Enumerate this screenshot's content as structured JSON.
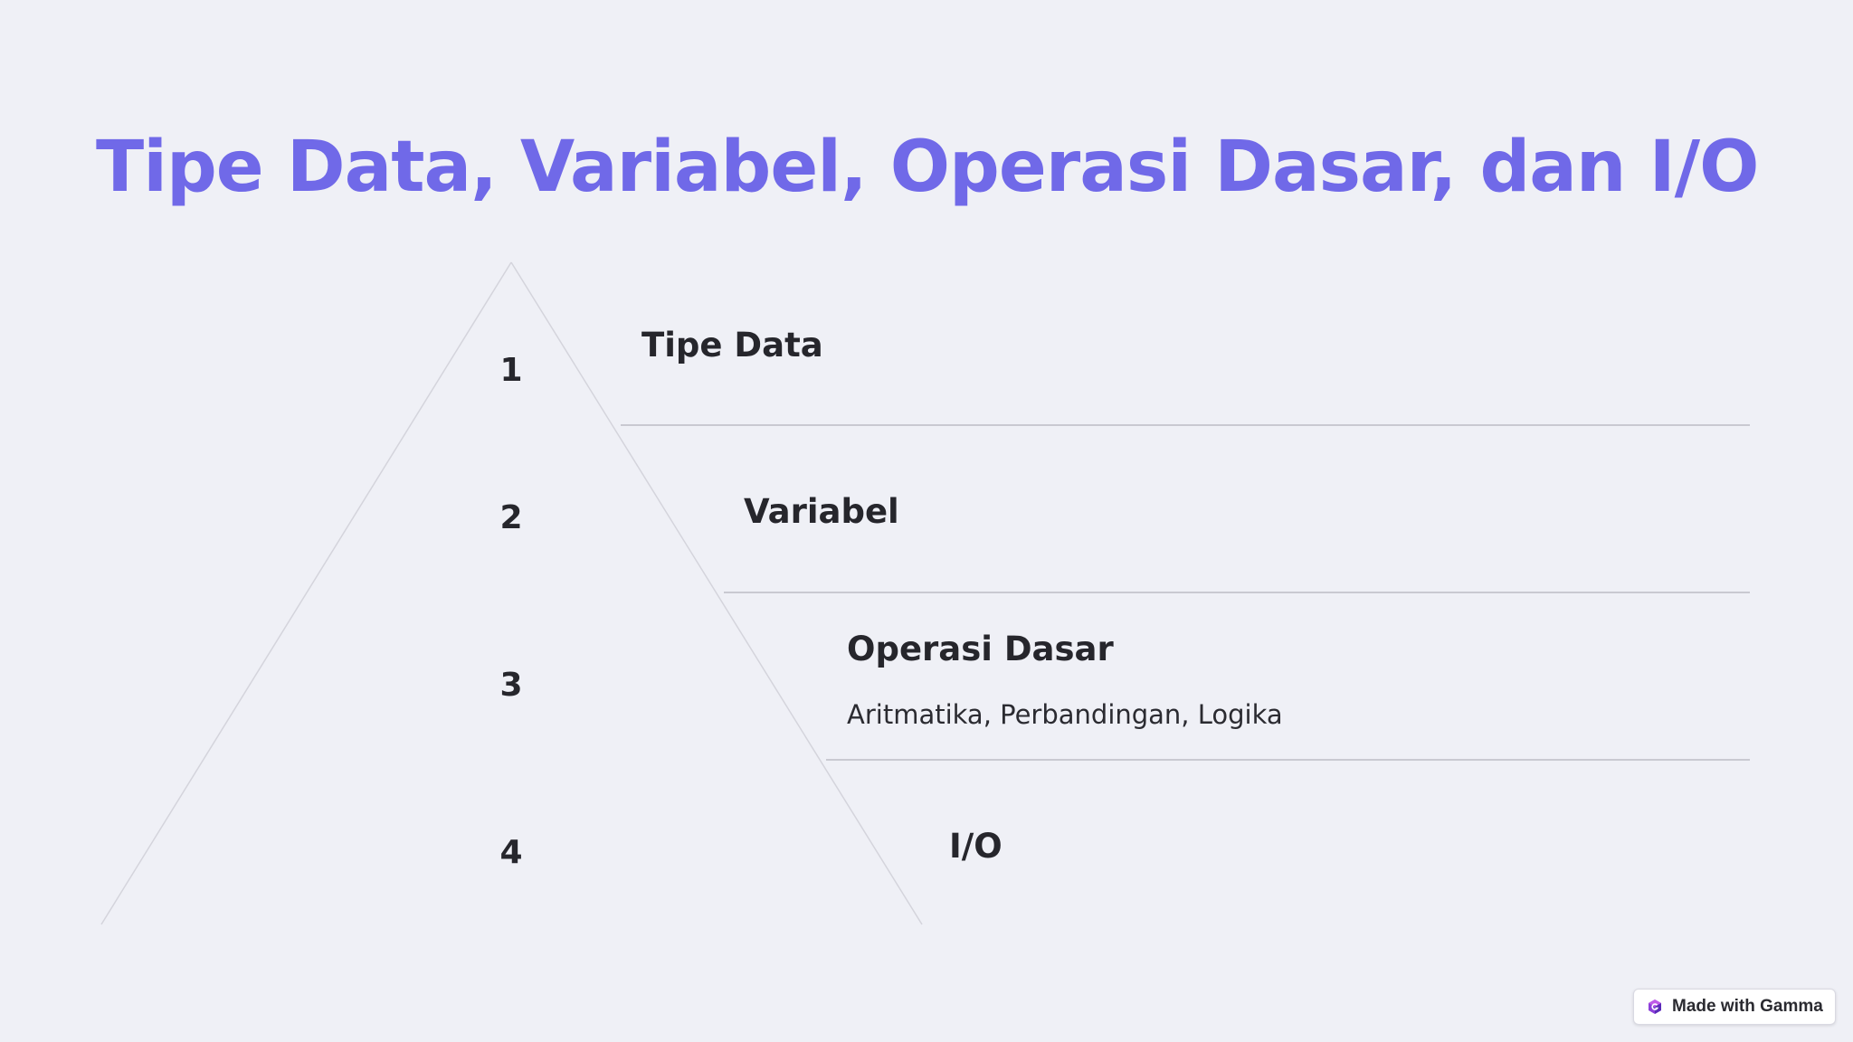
{
  "slide": {
    "title": "Tipe Data, Variabel, Operasi Dasar, dan I/O"
  },
  "pyramid": {
    "levels": [
      {
        "number": "1",
        "label": "Tipe Data",
        "description": ""
      },
      {
        "number": "2",
        "label": "Variabel",
        "description": ""
      },
      {
        "number": "3",
        "label": "Operasi Dasar",
        "description": "Aritmatika, Perbandingan, Logika"
      },
      {
        "number": "4",
        "label": "I/O",
        "description": ""
      }
    ]
  },
  "badge": {
    "icon": "gamma-logo-icon",
    "label": "Made with Gamma"
  },
  "colors": {
    "background": "#eff0f6",
    "title": "#7069e8",
    "text": "#26262c",
    "lines": "#c9c9d1"
  }
}
